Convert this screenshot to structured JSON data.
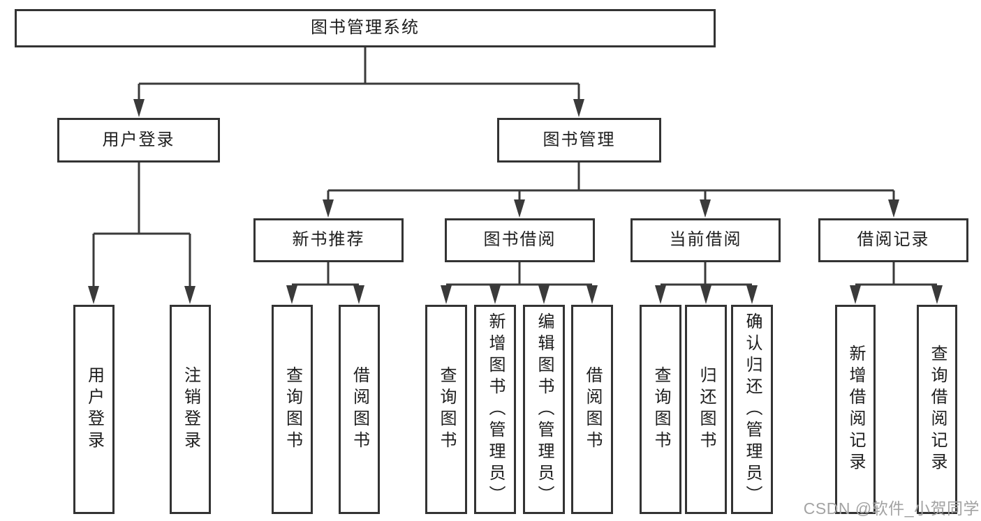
{
  "diagram": {
    "root": {
      "label": "图书管理系统"
    },
    "branches": [
      {
        "label": "用户登录",
        "children": [
          {
            "label": "用户登录"
          },
          {
            "label": "注销登录"
          }
        ]
      },
      {
        "label": "图书管理",
        "children": [
          {
            "label": "新书推荐",
            "children": [
              {
                "label": "查询图书"
              },
              {
                "label": "借阅图书"
              }
            ]
          },
          {
            "label": "图书借阅",
            "children": [
              {
                "label": "查询图书"
              },
              {
                "label": "新增图书（管理员）"
              },
              {
                "label": "编辑图书（管理员）"
              },
              {
                "label": "借阅图书"
              }
            ]
          },
          {
            "label": "当前借阅",
            "children": [
              {
                "label": "查询图书"
              },
              {
                "label": "归还图书"
              },
              {
                "label": "确认归还（管理员）"
              }
            ]
          },
          {
            "label": "借阅记录",
            "children": [
              {
                "label": "新增借阅记录"
              },
              {
                "label": "查询借阅记录"
              }
            ]
          }
        ]
      }
    ]
  },
  "watermark": {
    "text": "CSDN @软件_小贺同学"
  },
  "colors": {
    "line": "#3a3a3a",
    "border": "#333333",
    "text": "#1d1d1d",
    "background": "#ffffff",
    "watermark": "#a3a3a3"
  }
}
